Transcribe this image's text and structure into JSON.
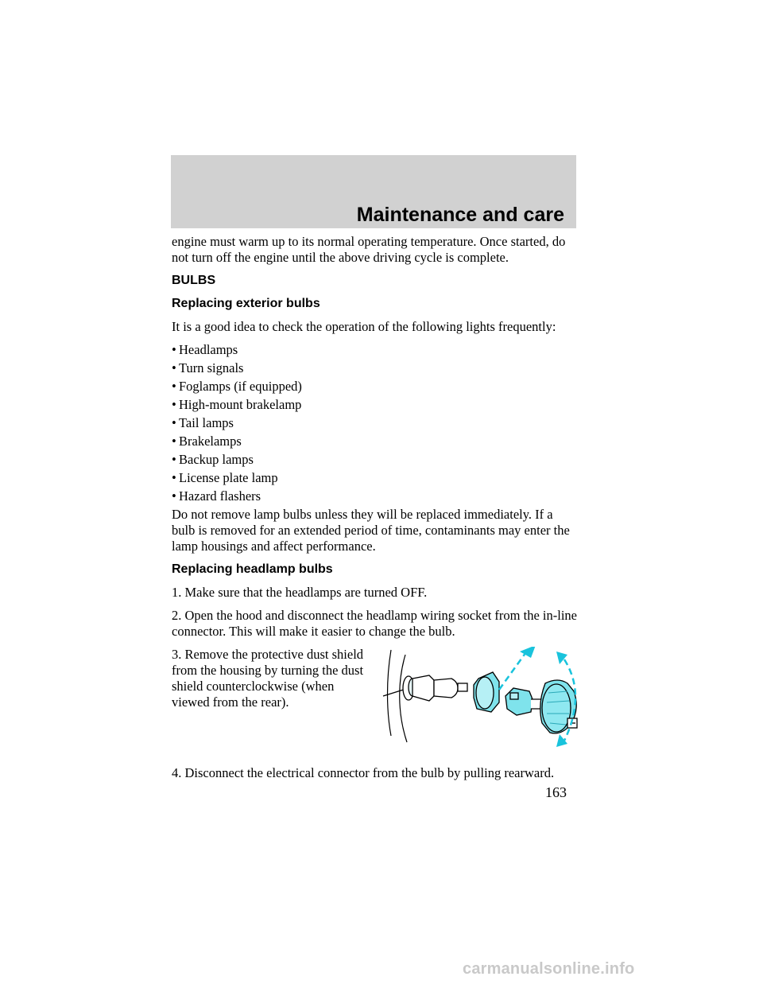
{
  "header": {
    "section_title": "Maintenance and care"
  },
  "intro_paragraph": "engine must warm up to its normal operating temperature. Once started, do not turn off the engine until the above driving cycle is complete.",
  "bulbs_heading": "BULBS",
  "exterior": {
    "heading": "Replacing exterior bulbs",
    "lead": "It is a good idea to check the operation of the following lights frequently:",
    "bullet": "•",
    "items": [
      "Headlamps",
      "Turn signals",
      "Foglamps (if equipped)",
      "High-mount brakelamp",
      "Tail lamps",
      "Brakelamps",
      "Backup lamps",
      "License plate lamp",
      "Hazard flashers"
    ],
    "note": "Do not remove lamp bulbs unless they will be replaced immediately. If a bulb is removed for an extended period of time, contaminants may enter the lamp housings and affect performance."
  },
  "headlamp": {
    "heading": "Replacing headlamp bulbs",
    "step1": "1. Make sure that the headlamps are turned OFF.",
    "step2": "2. Open the hood and disconnect the headlamp wiring socket from the in-line connector. This will make it easier to change the bulb.",
    "step3": "3. Remove the protective dust shield from the housing by turning the dust shield counterclockwise (when viewed from the rear).",
    "step4": "4. Disconnect the electrical connector from the bulb by pulling rearward."
  },
  "figure": {
    "part_color": "#7fe3ec",
    "arrow_color": "#19c3dc"
  },
  "footer": {
    "page_number": "163",
    "watermark": "carmanualsonline.info"
  }
}
